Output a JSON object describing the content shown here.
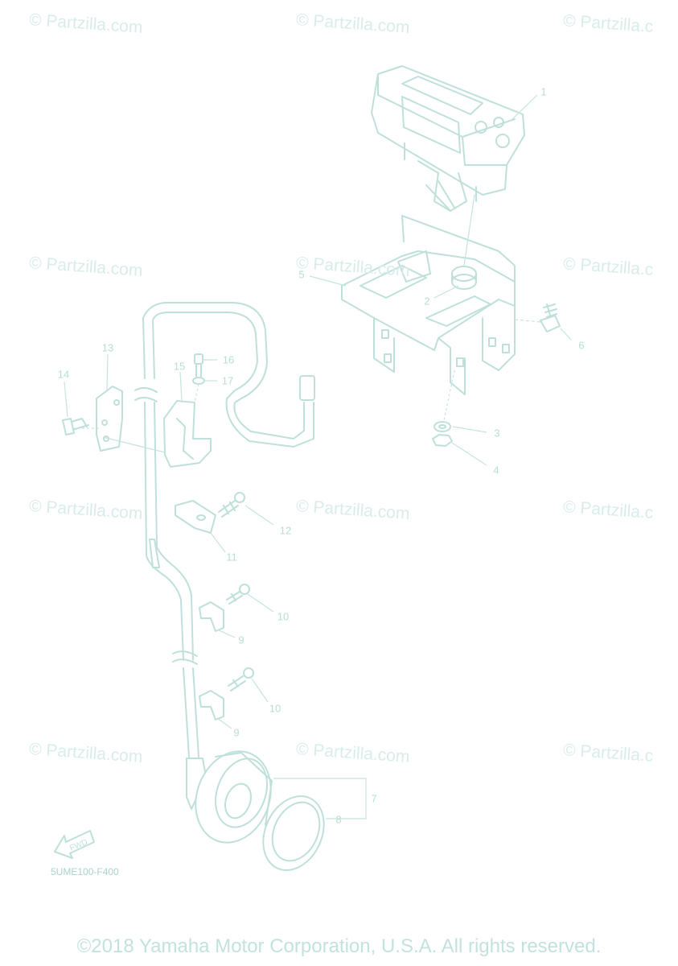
{
  "watermarks": [
    {
      "text": "© Partzilla.com"
    },
    {
      "text": "© Partzilla.com"
    },
    {
      "text": "© Partzilla.c"
    },
    {
      "text": "© Partzilla.com"
    },
    {
      "text": "© Partzilla.com"
    },
    {
      "text": "© Partzilla.c"
    },
    {
      "text": "© Partzilla.com"
    },
    {
      "text": "© Partzilla.com"
    },
    {
      "text": "© Partzilla.c"
    },
    {
      "text": "© Partzilla.com"
    },
    {
      "text": "© Partzilla.com"
    },
    {
      "text": "© Partzilla.c"
    }
  ],
  "callouts": {
    "c1": "1",
    "c2": "2",
    "c3": "3",
    "c4": "4",
    "c5": "5",
    "c6": "6",
    "c7": "7",
    "c8": "8",
    "c9a": "9",
    "c9b": "9",
    "c10a": "10",
    "c10b": "10",
    "c11": "11",
    "c12": "12",
    "c13": "13",
    "c14": "14",
    "c15": "15",
    "c16": "16",
    "c17": "17"
  },
  "fwd_label": "FWD",
  "diagram_code": "5UME100-F400",
  "copyright": "©2018 Yamaha Motor Corporation, U.S.A. All rights reserved."
}
